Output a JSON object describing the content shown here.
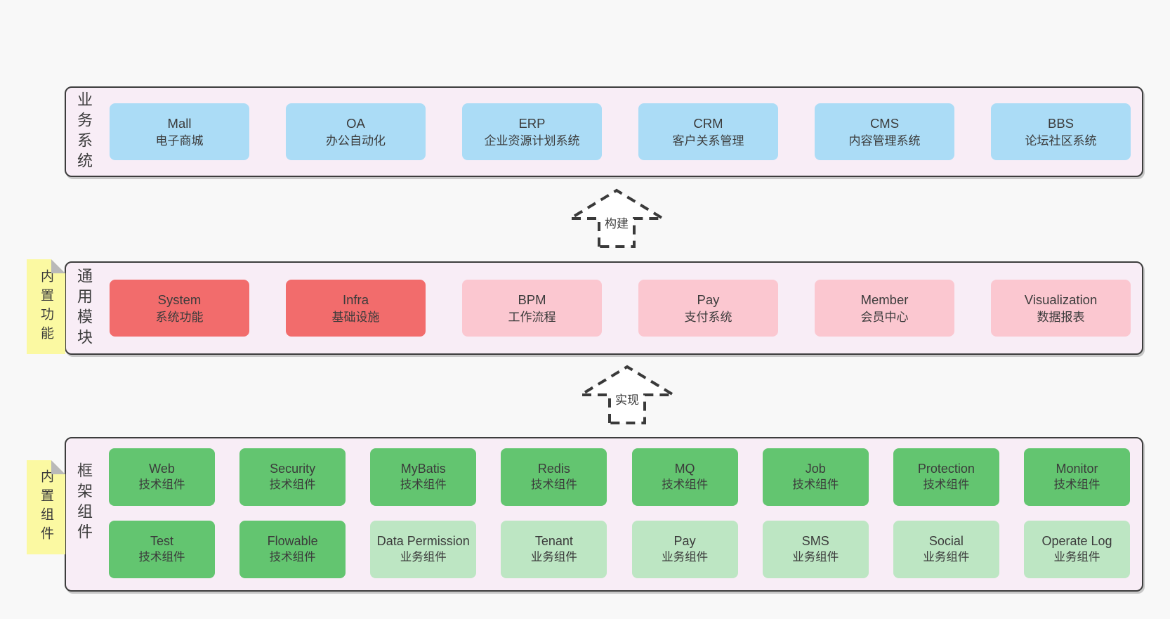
{
  "bands": {
    "business": {
      "label": "业务系统",
      "boxes": [
        {
          "name": "Mall",
          "desc": "电子商城"
        },
        {
          "name": "OA",
          "desc": "办公自动化"
        },
        {
          "name": "ERP",
          "desc": "企业资源计划系统"
        },
        {
          "name": "CRM",
          "desc": "客户关系管理"
        },
        {
          "name": "CMS",
          "desc": "内容管理系统"
        },
        {
          "name": "BBS",
          "desc": "论坛社区系统"
        }
      ]
    },
    "modules": {
      "label": "通用模块",
      "sticky": "内置功能",
      "boxes": [
        {
          "name": "System",
          "desc": "系统功能"
        },
        {
          "name": "Infra",
          "desc": "基础设施"
        },
        {
          "name": "BPM",
          "desc": "工作流程"
        },
        {
          "name": "Pay",
          "desc": "支付系统"
        },
        {
          "name": "Member",
          "desc": "会员中心"
        },
        {
          "name": "Visualization",
          "desc": "数据报表"
        }
      ]
    },
    "components": {
      "label": "框架组件",
      "sticky": "内置组件",
      "row1": [
        {
          "name": "Web",
          "desc": "技术组件"
        },
        {
          "name": "Security",
          "desc": "技术组件"
        },
        {
          "name": "MyBatis",
          "desc": "技术组件"
        },
        {
          "name": "Redis",
          "desc": "技术组件"
        },
        {
          "name": "MQ",
          "desc": "技术组件"
        },
        {
          "name": "Job",
          "desc": "技术组件"
        },
        {
          "name": "Protection",
          "desc": "技术组件"
        },
        {
          "name": "Monitor",
          "desc": "技术组件"
        }
      ],
      "row2": [
        {
          "name": "Test",
          "desc": "技术组件"
        },
        {
          "name": "Flowable",
          "desc": "技术组件"
        },
        {
          "name": "Data Permission",
          "desc": "业务组件"
        },
        {
          "name": "Tenant",
          "desc": "业务组件"
        },
        {
          "name": "Pay",
          "desc": "业务组件"
        },
        {
          "name": "SMS",
          "desc": "业务组件"
        },
        {
          "name": "Social",
          "desc": "业务组件"
        },
        {
          "name": "Operate Log",
          "desc": "业务组件"
        }
      ]
    }
  },
  "arrows": {
    "build": "构建",
    "implement": "实现"
  },
  "colors": {
    "page_bg": "#f8f8f8",
    "band_fill": "#f8edf6",
    "band_border": "#3d3d3d",
    "blue_box": "#abdcf6",
    "red_box": "#f26c6c",
    "pink_box": "#fbc7d0",
    "green_box": "#63c570",
    "light_green_box": "#bde6c3",
    "sticky_yellow": "#fbf9a2",
    "sticky_fold_gray": "#b9b9b9",
    "text": "#3b3b3b"
  }
}
